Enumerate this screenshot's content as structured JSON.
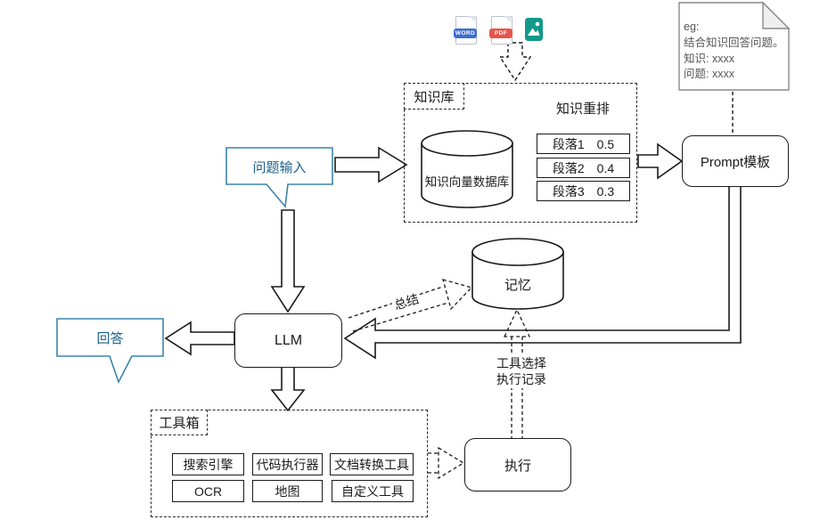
{
  "colors": {
    "stroke": "#1a1a1a",
    "accent_blue_border": "#3b83ad",
    "accent_blue_text": "#1c618c",
    "note_gray": "#565656",
    "word_icon_blue": "#3e6ed0",
    "pdf_icon_red": "#e8544a",
    "image_icon_teal": "#12998b"
  },
  "file_icons": [
    {
      "name": "word-file-icon",
      "label": "WORD"
    },
    {
      "name": "pdf-file-icon",
      "label": "PDF"
    },
    {
      "name": "image-file-icon",
      "label": ""
    }
  ],
  "knowledge_base": {
    "title": "知识库",
    "vector_db_label": "知识向量数据库",
    "rerank_title": "知识重排",
    "rows": [
      {
        "label": "段落1",
        "score": "0.5"
      },
      {
        "label": "段落2",
        "score": "0.4"
      },
      {
        "label": "段落3",
        "score": "0.3"
      }
    ]
  },
  "nodes": {
    "question_input": "问题输入",
    "answer": "回答",
    "llm": "LLM",
    "prompt_template": "Prompt模板",
    "memory": "记忆",
    "execute": "执行"
  },
  "note": {
    "lines": [
      "eg:",
      "结合知识回答问题。",
      "知识: xxxx",
      "问题: xxxx"
    ]
  },
  "edges": {
    "summary_label": "总结",
    "tool_select_label": "工具选择",
    "exec_record_label": "执行记录"
  },
  "toolbox": {
    "title": "工具箱",
    "tools": [
      "搜索引擎",
      "代码执行器",
      "文档转换工具",
      "OCR",
      "地图",
      "自定义工具"
    ]
  }
}
